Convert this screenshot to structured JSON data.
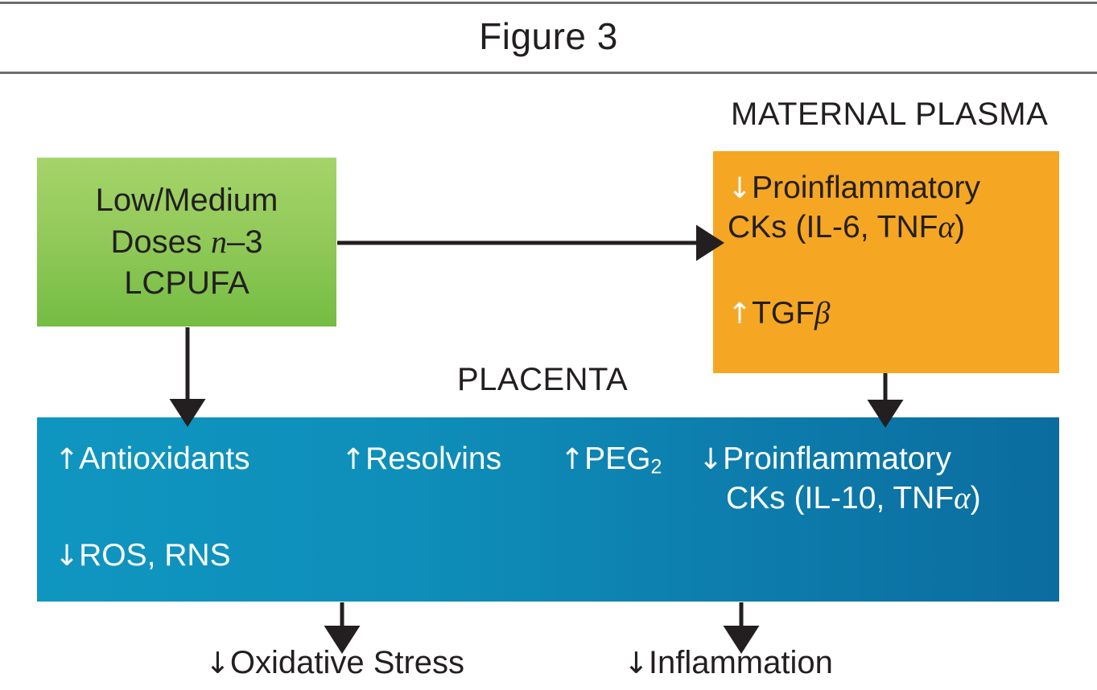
{
  "figure": {
    "title": "Figure 3"
  },
  "captions": {
    "maternal_plasma": "MATERNAL PLASMA",
    "placenta": "PLACENTA"
  },
  "boxes": {
    "lcpufa": {
      "line1": "Low/Medium",
      "line2_prefix": "Doses ",
      "line2_italic": "n",
      "line2_suffix": "–3",
      "line3": "LCPUFA",
      "color": "#93ca5a"
    },
    "maternal": {
      "color": "#f5a623",
      "line_cks": {
        "arrow": "↓",
        "text_line1": "Proinflammatory",
        "text_line2_prefix": "CKs (IL-6, TNF",
        "text_line2_symbol": "α",
        "text_line2_suffix": ")"
      },
      "line_tgfb": {
        "arrow": "↑",
        "text_prefix": "TGF",
        "text_symbol": "β"
      }
    },
    "placenta": {
      "color": "#0d7fae",
      "antioxidants": {
        "arrow": "↑",
        "text": "Antioxidants"
      },
      "resolvins": {
        "arrow": "↑",
        "text": "Resolvins"
      },
      "peg2": {
        "arrow": "↑",
        "text_prefix": "PEG",
        "text_sub": "2"
      },
      "cks": {
        "arrow": "↓",
        "text_line1": "Proinflammatory",
        "text_line2_prefix": "CKs (IL-10, TNF",
        "text_line2_symbol": "α",
        "text_line2_suffix": ")"
      },
      "ros_rns": {
        "arrow": "↓",
        "text": "ROS, RNS"
      }
    }
  },
  "outcomes": {
    "oxidative_stress": {
      "arrow": "↓",
      "text": "Oxidative Stress"
    },
    "inflammation": {
      "arrow": "↓",
      "text": "Inflammation"
    }
  },
  "colors": {
    "rule": "#6d6e71",
    "text_dark": "#231f20",
    "text_light": "#ffffff",
    "green": "#93ca5a",
    "orange": "#f5a623",
    "blue": "#0d7fae",
    "arrow": "#231f20"
  }
}
